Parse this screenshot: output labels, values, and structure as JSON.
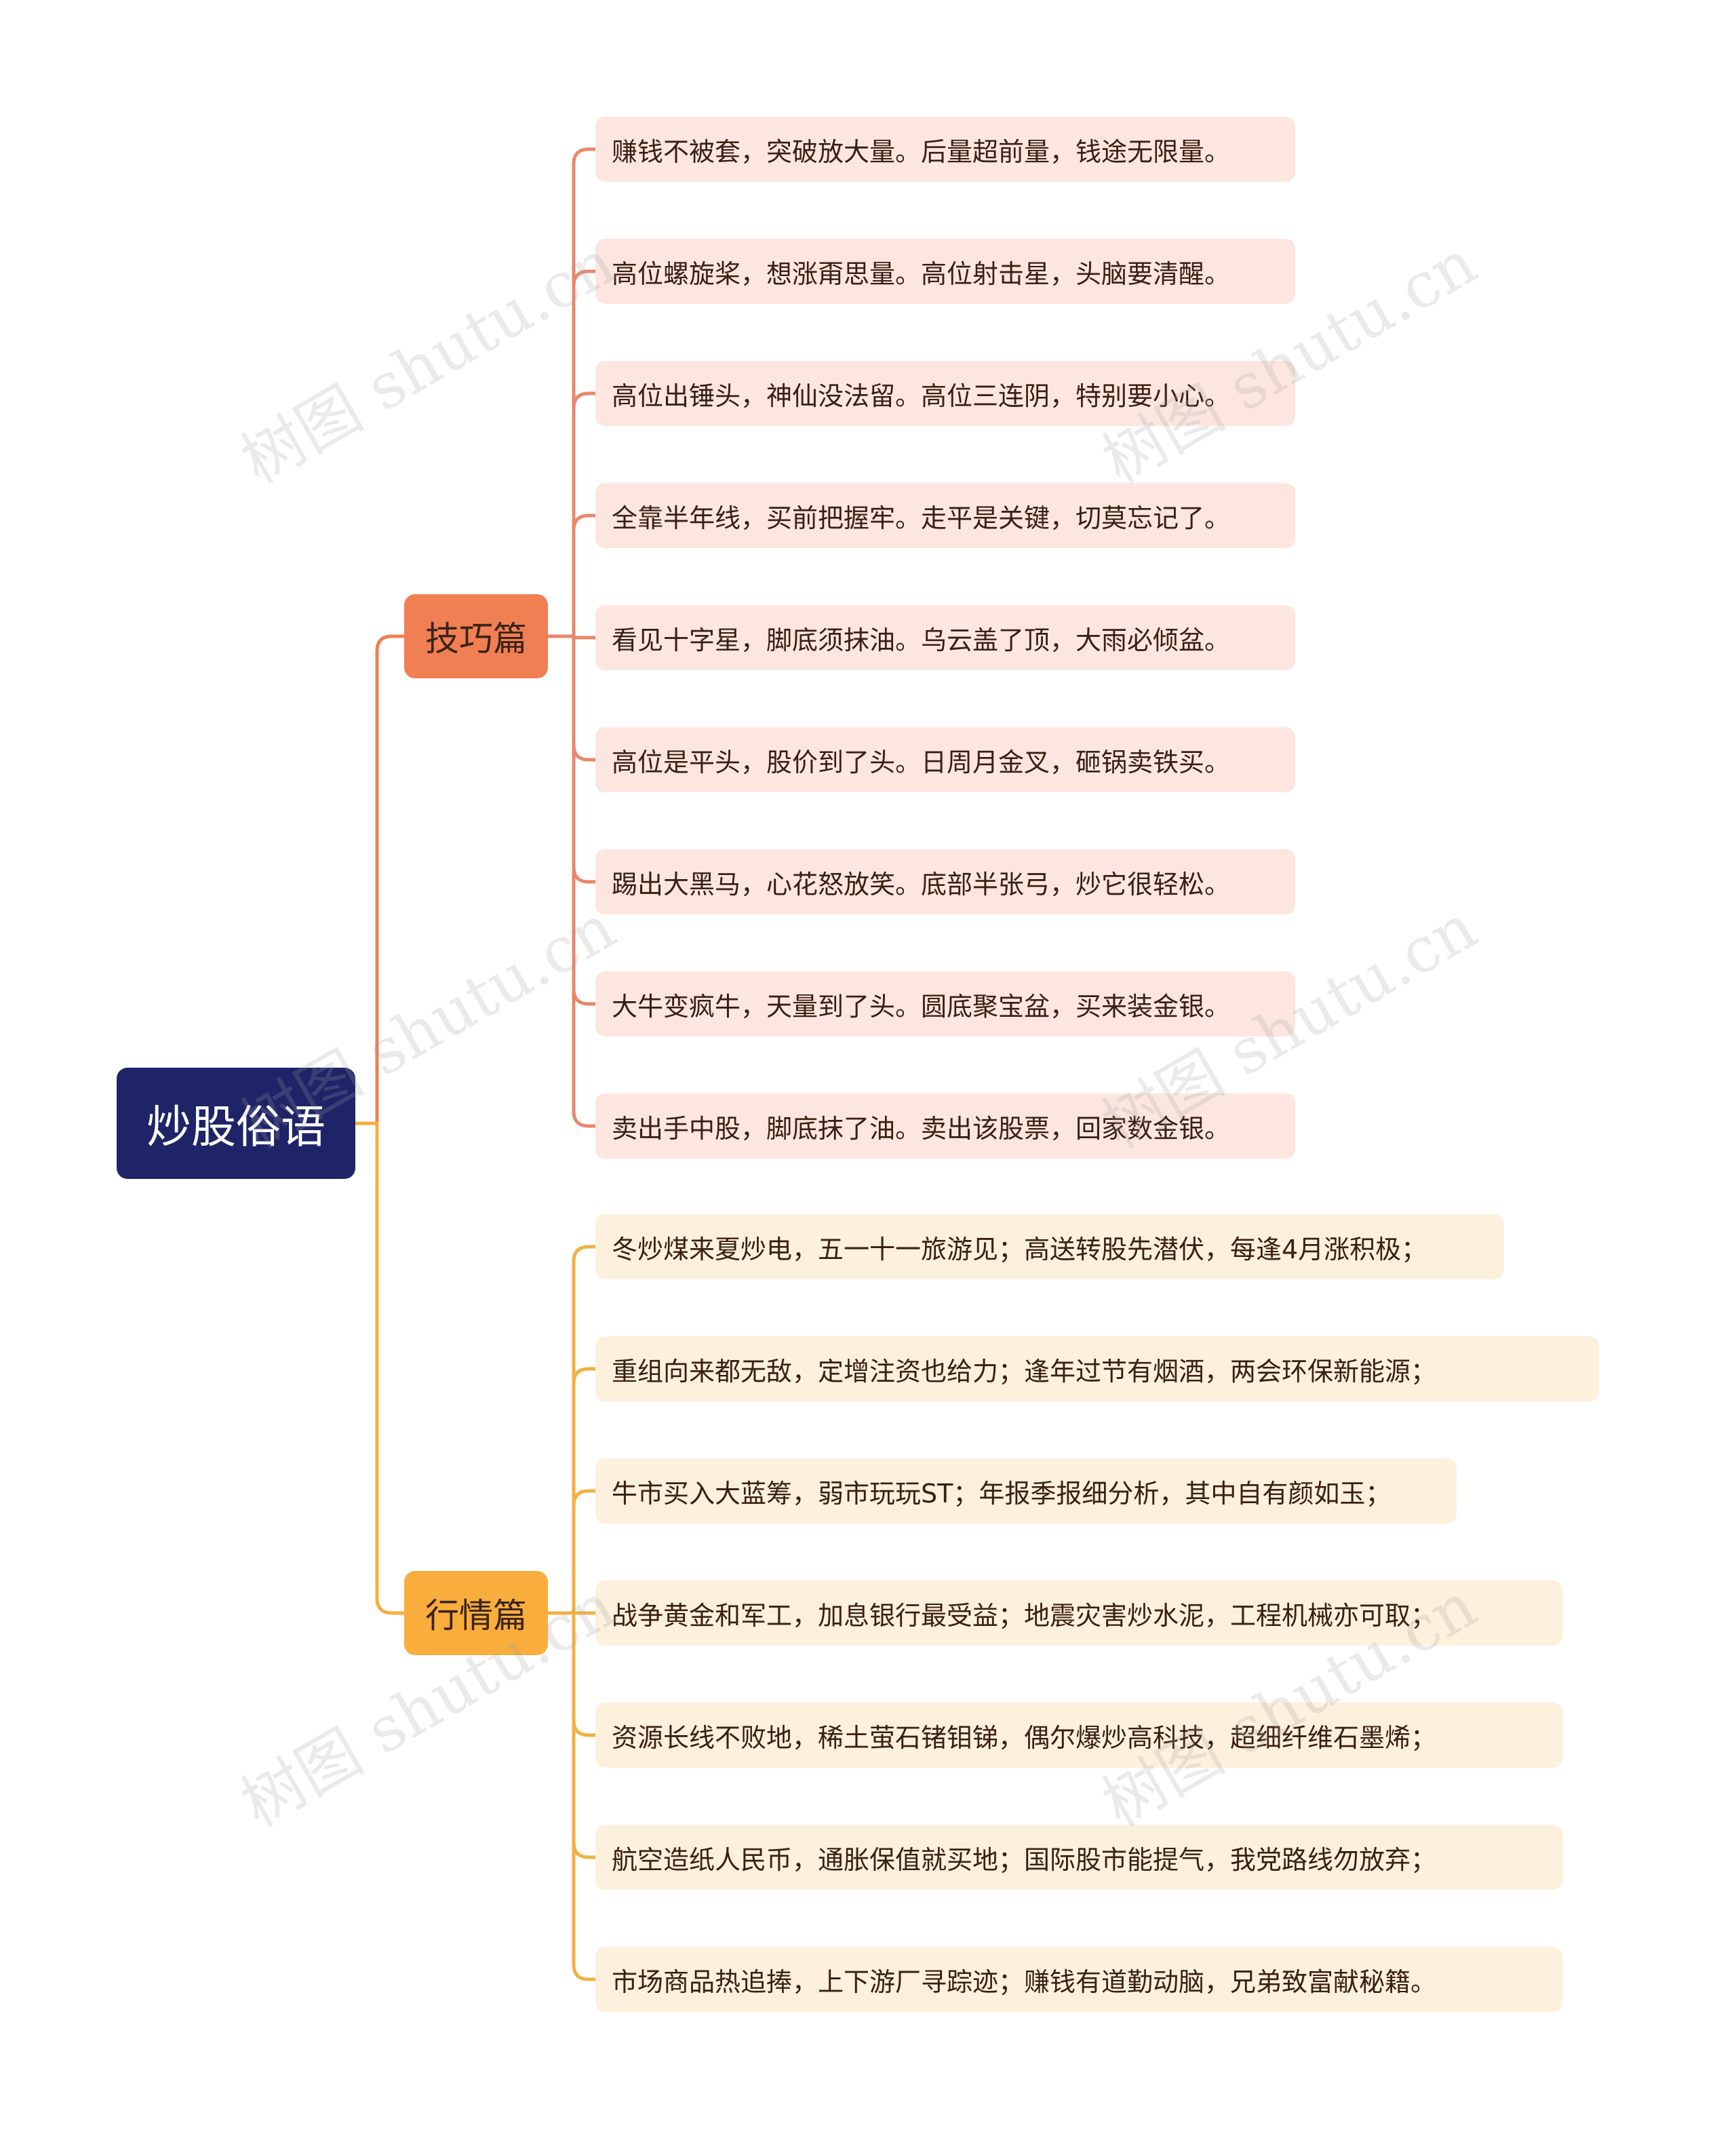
{
  "root": {
    "label": "炒股俗语",
    "color": "#1f2468"
  },
  "branches": [
    {
      "label": "技巧篇",
      "color": "#f07f53",
      "leaf_bg": "#fde6df",
      "line_color": "#e9876a",
      "leaves": [
        "赚钱不被套，突破放大量。后量超前量，钱途无限量。",
        "高位螺旋桨，想涨甭思量。高位射击星，头脑要清醒。",
        "高位出锤头，神仙没法留。高位三连阴，特别要小心。",
        "全靠半年线，买前把握牢。走平是关键，切莫忘记了。",
        "看见十字星，脚底须抹油。乌云盖了顶，大雨必倾盆。",
        "高位是平头，股价到了头。日周月金叉，砸锅卖铁买。",
        "踢出大黑马，心花怒放笑。底部半张弓，炒它很轻松。",
        "大牛变疯牛，天量到了头。圆底聚宝盆，买来装金银。",
        "卖出手中股，脚底抹了油。卖出该股票，回家数金银。"
      ]
    },
    {
      "label": "行情篇",
      "color": "#f9ad3c",
      "leaf_bg": "#fdf0dc",
      "line_color": "#f2b042",
      "leaves": [
        "冬炒煤来夏炒电，五一十一旅游见；高送转股先潜伏，每逢4月涨积极；",
        "重组向来都无敌，定增注资也给力；逢年过节有烟酒，两会环保新能源；",
        "牛市买入大蓝筹，弱市玩玩ST；年报季报细分析，其中自有颜如玉；",
        "战争黄金和军工，加息银行最受益；地震灾害炒水泥，工程机械亦可取；",
        "资源长线不败地，稀土萤石锗钼锑，偶尔爆炒高科技，超细纤维石墨烯；",
        "航空造纸人民币，通胀保值就买地；国际股市能提气，我党路线勿放弃；",
        "市场商品热追捧，上下游厂寻踪迹；赚钱有道勤动脑，兄弟致富献秘籍。"
      ]
    }
  ],
  "watermark": "树图 shutu.cn"
}
